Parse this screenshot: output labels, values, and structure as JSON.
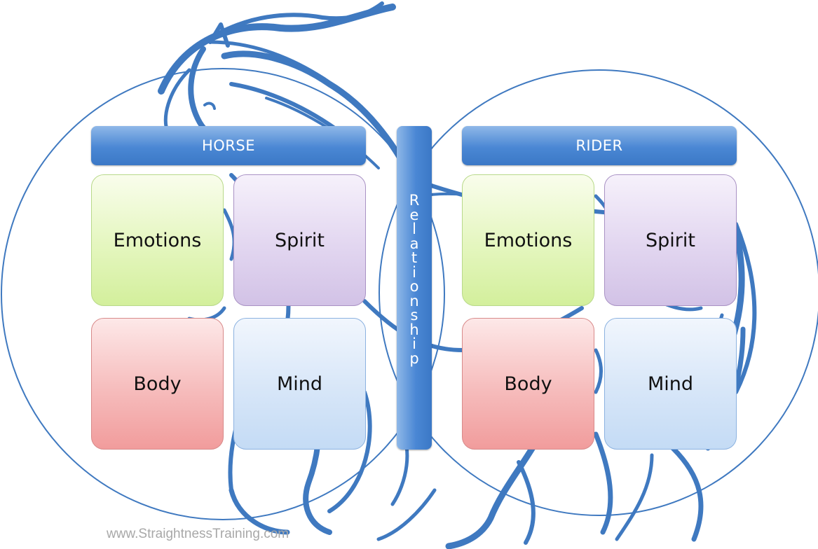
{
  "diagram": {
    "horse": {
      "header": "HORSE",
      "boxes": {
        "emotions": "Emotions",
        "spirit": "Spirit",
        "body": "Body",
        "mind": "Mind"
      }
    },
    "rider": {
      "header": "RIDER",
      "boxes": {
        "emotions": "Emotions",
        "spirit": "Spirit",
        "body": "Body",
        "mind": "Mind"
      }
    },
    "relationship": "Relationship",
    "watermark": "www.StraightnessTraining.com"
  },
  "colors": {
    "accent_blue": "#4a87d4",
    "outline_blue": "#3f79c0",
    "emotions_green": "#d3ef9c",
    "spirit_purple": "#d2c2e6",
    "body_red": "#f19c9c",
    "mind_blue": "#c4dbf5",
    "watermark_gray": "#a8a8a8"
  }
}
